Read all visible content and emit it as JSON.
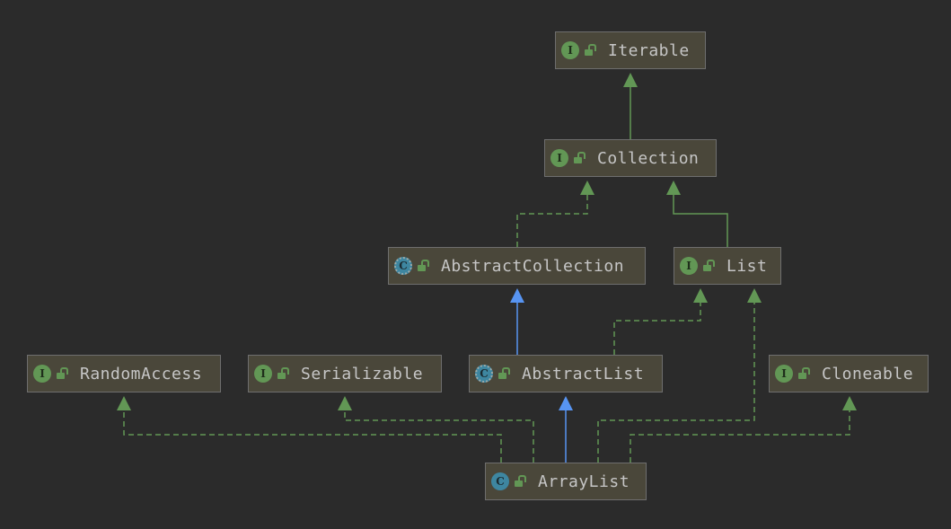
{
  "nodes": {
    "iterable": {
      "label": "Iterable",
      "kind": "interface",
      "badge": "I"
    },
    "collection": {
      "label": "Collection",
      "kind": "interface",
      "badge": "I"
    },
    "abstract_collection": {
      "label": "AbstractCollection",
      "kind": "abstract",
      "badge": "C"
    },
    "list": {
      "label": "List",
      "kind": "interface",
      "badge": "I"
    },
    "random_access": {
      "label": "RandomAccess",
      "kind": "interface",
      "badge": "I"
    },
    "serializable": {
      "label": "Serializable",
      "kind": "interface",
      "badge": "I"
    },
    "abstract_list": {
      "label": "AbstractList",
      "kind": "abstract",
      "badge": "C"
    },
    "cloneable": {
      "label": "Cloneable",
      "kind": "interface",
      "badge": "I"
    },
    "array_list": {
      "label": "ArrayList",
      "kind": "class",
      "badge": "C"
    }
  },
  "colors": {
    "background": "#2b2b2b",
    "node_fill": "#4a473a",
    "implements_edge": "#629755",
    "extends_edge": "#5794f2"
  }
}
